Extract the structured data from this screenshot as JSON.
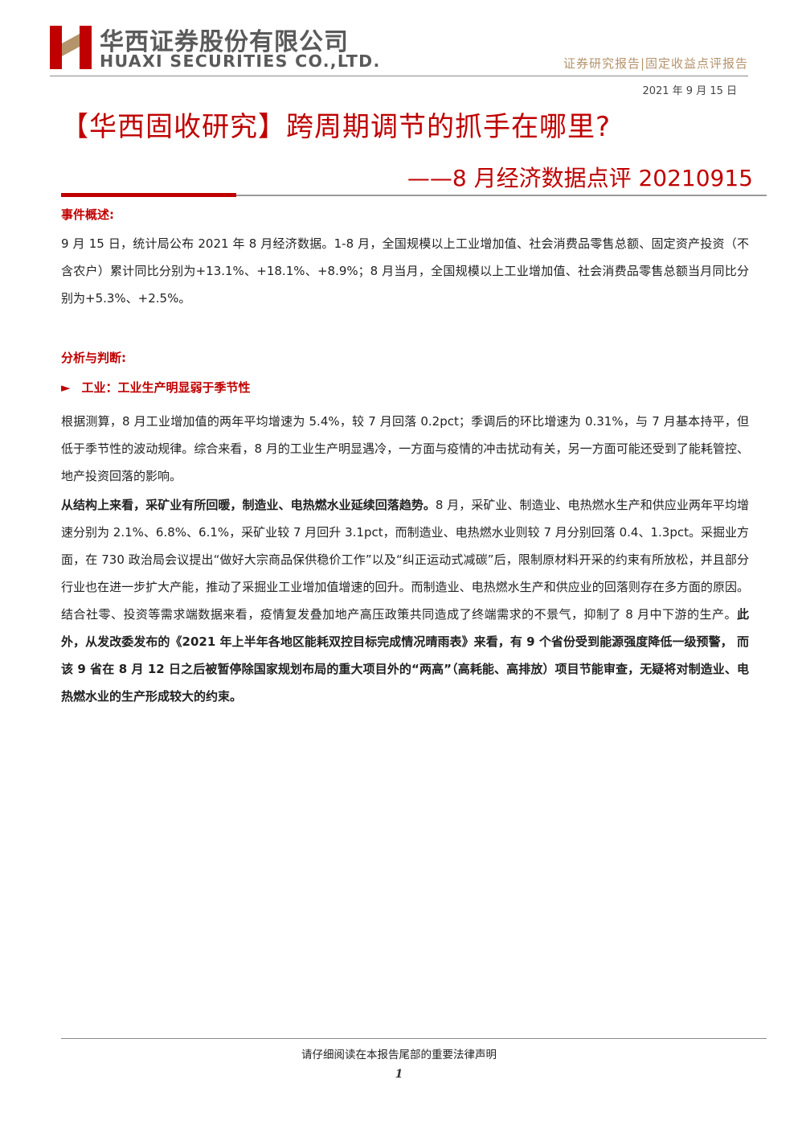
{
  "header": {
    "company_cn": "华西证券股份有限公司",
    "company_en": "HUAXI SECURITIES CO.,LTD.",
    "report_type": "证券研究报告|固定收益点评报告",
    "date": "2021 年 9 月 15 日",
    "brand_red": "#c00000",
    "brand_gold": "#b5936b"
  },
  "title": {
    "main": "【华西固收研究】跨周期调节的抓手在哪里?",
    "sub": "——8 月经济数据点评 20210915"
  },
  "sections": {
    "event_heading": "事件概述:",
    "event_text": "9 月 15 日，统计局公布 2021 年 8 月经济数据。1-8 月，全国规模以上工业增加值、社会消费品零售总额、固定资产投资（不含农户）累计同比分别为+13.1%、+18.1%、+8.9%；8 月当月，全国规模以上工业增加值、社会消费品零售总额当月同比分别为+5.3%、+2.5%。",
    "analysis_heading": "分析与判断:",
    "industry_arrow": "►",
    "industry_heading": "工业：工业生产明显弱于季节性",
    "para1": "根据测算，8 月工业增加值的两年平均增速为 5.4%，较 7 月回落 0.2pct；季调后的环比增速为 0.31%，与 7 月基本持平，但低于季节性的波动规律。综合来看，8 月的工业生产明显遇冷，一方面与疫情的冲击扰动有关，另一方面可能还受到了能耗管控、地产投资回落的影响。",
    "para2_bold_lead": "从结构上来看，采矿业有所回暖，制造业、电热燃水业延续回落趋势。",
    "para2_body": "8 月，采矿业、制造业、电热燃水生产和供应业两年平均增速分别为 2.1%、6.8%、6.1%，采矿业较 7 月回升 3.1pct，而制造业、电热燃水业则较 7 月分别回落 0.4、1.3pct。采掘业方面，在 730 政治局会议提出“做好大宗商品保供稳价工作”以及“纠正运动式减碳”后，限制原材料开采的约束有所放松，并且部分行业也在进一步扩大产能，推动了采掘业工业增加值增速的回升。而制造业、电热燃水生产和供应业的回落则存在多方面的原因。结合社零、投资等需求端数据来看，疫情复发叠加地产高压政策共同造成了终端需求的不景气，抑制了 8 月中下游的生产。",
    "para2_bold_tail": "此外，从发改委发布的《2021 年上半年各地区能耗双控目标完成情况晴雨表》来看，有 9 个省份受到能源强度降低一级预警， 而该 9 省在 8 月 12 日之后被暂停除国家规划布局的重大项目外的“两高”（高耗能、高排放）项目节能审查，无疑将对制造业、电热燃水业的生产形成较大的约束。"
  },
  "footer": {
    "note": "请仔细阅读在本报告尾部的重要法律声明",
    "page": "1"
  }
}
